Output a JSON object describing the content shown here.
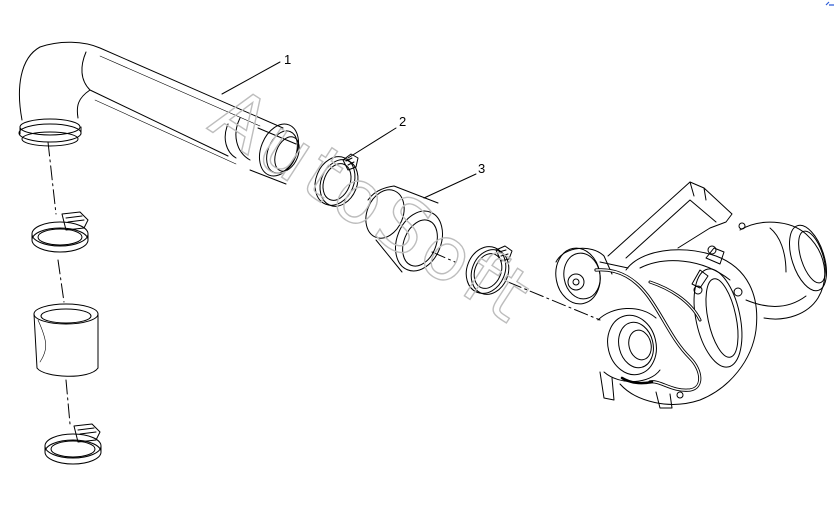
{
  "callouts": [
    {
      "label": "1"
    },
    {
      "label": "2"
    },
    {
      "label": "3"
    }
  ],
  "watermark": {
    "text": "AutoSoft"
  },
  "colors": {
    "line": "#000000",
    "watermark": "#bdbdbd",
    "background": "#ffffff",
    "corner_mark": "#2a5bd7"
  },
  "icons": {
    "corner": "link-icon"
  }
}
